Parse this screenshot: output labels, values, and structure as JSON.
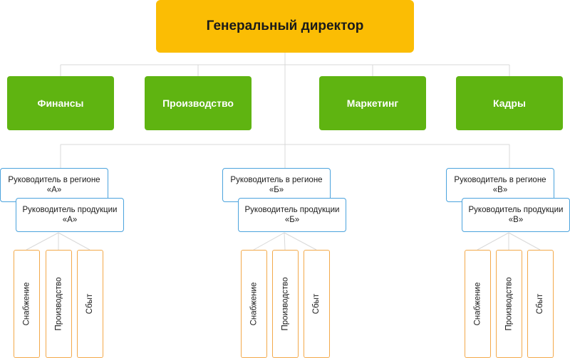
{
  "ceo": {
    "title": "Генеральный директор"
  },
  "departments": [
    {
      "label": "Финансы"
    },
    {
      "label": "Производство"
    },
    {
      "label": "Маркетинг"
    },
    {
      "label": "Кадры"
    }
  ],
  "regions": [
    {
      "regional_manager": "Руководитель в регионе «А»",
      "product_manager": "Руководитель продукции «А»",
      "functions": [
        "Снабжение",
        "Производство",
        "Сбыт"
      ]
    },
    {
      "regional_manager": "Руководитель в регионе «Б»",
      "product_manager": "Руководитель продукции «Б»",
      "functions": [
        "Снабжение",
        "Производство",
        "Сбыт"
      ]
    },
    {
      "regional_manager": "Руководитель в регионе «В»",
      "product_manager": "Руководитель продукции «В»",
      "functions": [
        "Снабжение",
        "Производство",
        "Сбыт"
      ]
    }
  ],
  "colors": {
    "ceo": "#fbbd04",
    "department": "#5fb411",
    "manager_border": "#4ba3dd",
    "function_border": "#f3a94a",
    "connector": "#d9d9d9"
  }
}
